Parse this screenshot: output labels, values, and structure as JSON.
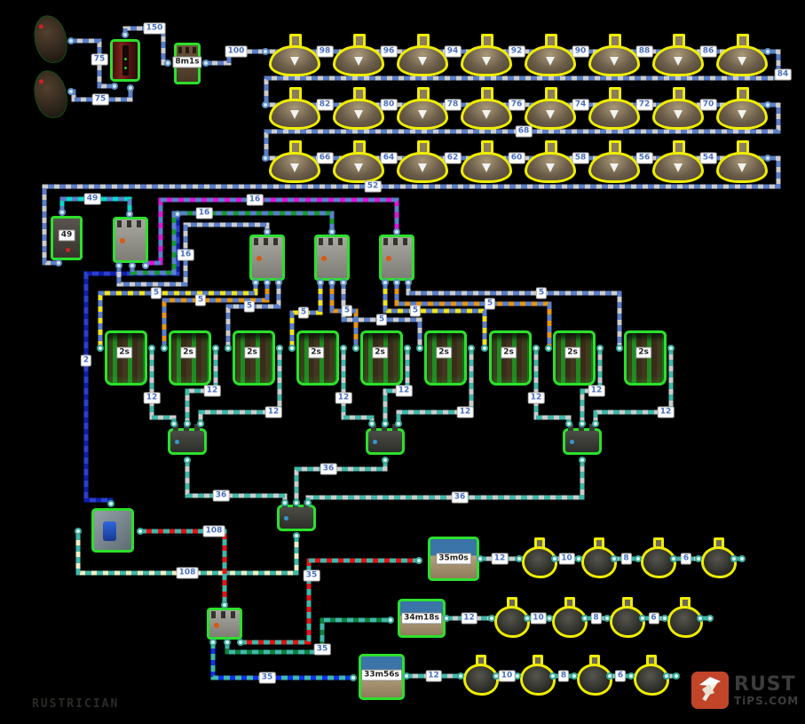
{
  "palette": {
    "wire_base": "#cccccc",
    "dash_blue": "#5b7fc9",
    "dash_teal": "#3fb8aa",
    "cyan": "#00dcc8",
    "magenta": "#de14d6",
    "green": "#169a2f",
    "yellow": "#f0e41c",
    "orange": "#e8950f",
    "navy": "#0f1fa8",
    "navy_dash": "#2a3fd0",
    "red": "#e51414",
    "pale_yellow": "#f2eec2",
    "blue": "#1430e8",
    "dark_green": "#13803f",
    "outline_green": "#2ce02c",
    "outline_yellow": "#efed00",
    "label_text": "#4a6fc0"
  },
  "wires": {
    "gen1_to_battery": "75",
    "gen2_to_battery": "75",
    "battery_to_timer": "150",
    "timer_to_lights": "100",
    "row1": [
      "98",
      "96",
      "94",
      "92",
      "90",
      "88",
      "86"
    ],
    "row1_to_row2": "84",
    "row2": [
      "82",
      "80",
      "78",
      "76",
      "74",
      "72",
      "70"
    ],
    "row2_to_row3": "68",
    "row3": [
      "66",
      "64",
      "62",
      "60",
      "58",
      "56",
      "54"
    ],
    "row3_to_battery": "52",
    "battery49_to_splitter": "49",
    "splitter_to_s2": "16",
    "splitter_to_s3": "16",
    "splitter_to_s4": "16",
    "branch": [
      "5",
      "5",
      "5",
      "5",
      "5",
      "5",
      "5",
      "5",
      "5"
    ],
    "timer_out": [
      "12",
      "12",
      "12",
      "12",
      "12",
      "12",
      "12",
      "12",
      "12"
    ],
    "combiner_out": [
      "36",
      "36",
      "36"
    ],
    "to_switch": "2",
    "combined_to_switch": "108",
    "switch_out": "108",
    "split35": [
      "35",
      "35",
      "35"
    ],
    "rowA": [
      "12",
      "10",
      "8",
      "6"
    ],
    "rowB": [
      "12",
      "10",
      "8",
      "6"
    ],
    "rowC": [
      "12",
      "10",
      "8",
      "6"
    ]
  },
  "components": {
    "battery49_label": "49",
    "timer_top_label": "8m1s",
    "timer2s_label": "2s",
    "timerA_label": "35m0s",
    "timerB_label": "34m18s",
    "timerC_label": "33m56s"
  },
  "branding": {
    "site": "RUSTRICIAN",
    "partner_top": "RUST",
    "partner_bottom": "TiPS.COM"
  }
}
